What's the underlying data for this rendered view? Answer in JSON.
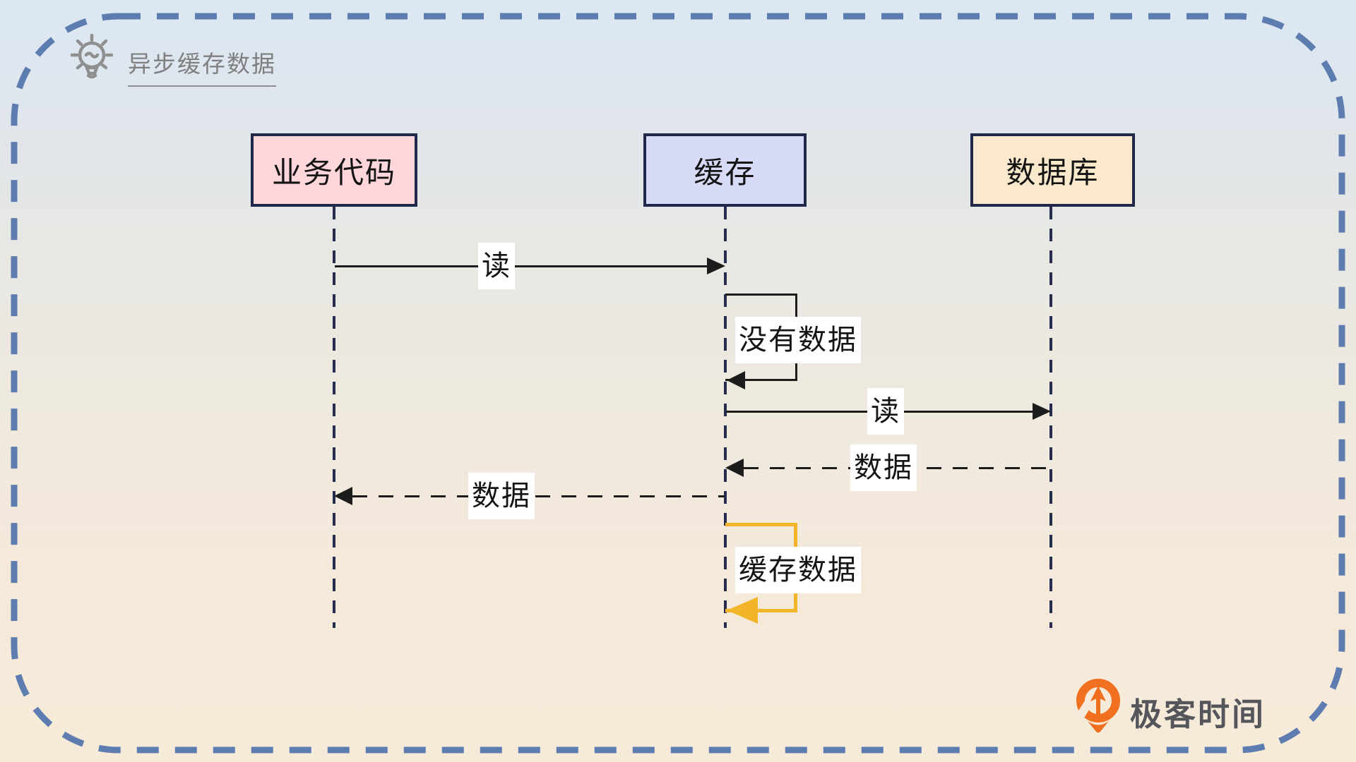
{
  "header": {
    "title": "异步缓存数据",
    "icon": "lightbulb-icon"
  },
  "actors": [
    {
      "id": "business-code",
      "label": "业务代码",
      "fill": "#ffd6da"
    },
    {
      "id": "cache",
      "label": "缓存",
      "fill": "#d7dbf7"
    },
    {
      "id": "database",
      "label": "数据库",
      "fill": "#fbe9cd"
    }
  ],
  "messages": [
    {
      "from": "业务代码",
      "to": "缓存",
      "label": "读",
      "line": "solid",
      "direction": "right"
    },
    {
      "from": "缓存",
      "to": "缓存",
      "label": "没有数据",
      "line": "self-loop",
      "direction": "left"
    },
    {
      "from": "缓存",
      "to": "数据库",
      "label": "读",
      "line": "solid",
      "direction": "right"
    },
    {
      "from": "数据库",
      "to": "缓存",
      "label": "数据",
      "line": "dashed",
      "direction": "left"
    },
    {
      "from": "缓存",
      "to": "业务代码",
      "label": "数据",
      "line": "dashed",
      "direction": "left"
    },
    {
      "from": "缓存",
      "to": "缓存",
      "label": "缓存数据",
      "line": "self-loop",
      "direction": "left",
      "color": "#f2b52a"
    }
  ],
  "footer": {
    "brand": "极客时间"
  },
  "colors": {
    "outer_border": "#5d7cb0",
    "lifeline": "#252c4e",
    "message_line": "#1c1c1c",
    "highlight_loop": "#f2b52a",
    "title_text": "#7f7f7f",
    "brand_orange": "#f1701f",
    "brand_text": "#55565c",
    "actor_border": "#20284a",
    "bg_top": "#dbe7f3",
    "bg_bottom": "#f6ead9"
  }
}
